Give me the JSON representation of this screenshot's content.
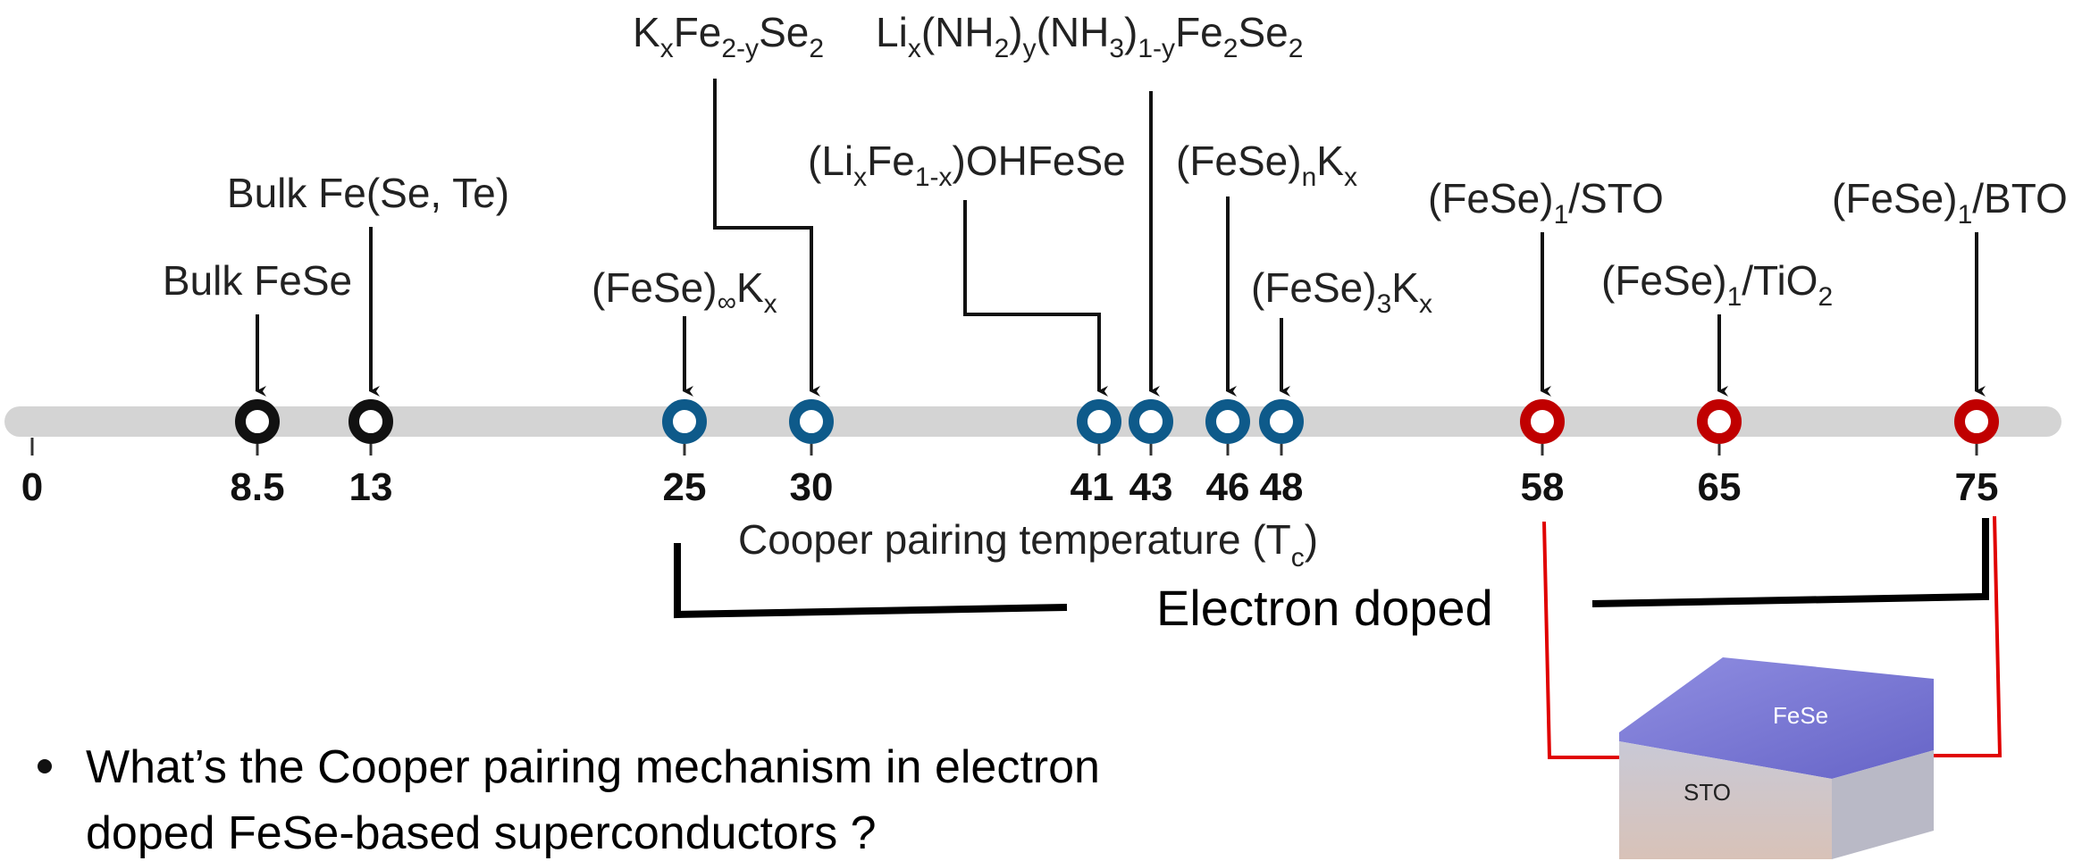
{
  "axis": {
    "title_main": "Cooper pairing temperature (T",
    "title_sub": "c",
    "title_close": ")",
    "zero_label": "0"
  },
  "colors": {
    "bulk": "#111111",
    "electron_doped": "#0e5a8a",
    "interface": "#c00000",
    "axis_bar": "#d4d4d4",
    "bracket_red": "#e00000"
  },
  "points": [
    {
      "tc": "8.5",
      "group": "bulk"
    },
    {
      "tc": "13",
      "group": "bulk"
    },
    {
      "tc": "25",
      "group": "electron_doped"
    },
    {
      "tc": "30",
      "group": "electron_doped"
    },
    {
      "tc": "41",
      "group": "electron_doped"
    },
    {
      "tc": "43",
      "group": "electron_doped"
    },
    {
      "tc": "46",
      "group": "electron_doped"
    },
    {
      "tc": "48",
      "group": "electron_doped"
    },
    {
      "tc": "58",
      "group": "interface"
    },
    {
      "tc": "65",
      "group": "interface"
    },
    {
      "tc": "75",
      "group": "interface"
    }
  ],
  "materials": {
    "bulk_fese": "Bulk FeSe",
    "bulk_fesete": "Bulk Fe(Se, Te)",
    "fese_inf": {
      "a": "(FeSe)",
      "b": "∞",
      "c": "K",
      "d": "x"
    },
    "kfese": {
      "a": "K",
      "b": "x",
      "c": "Fe",
      "d": "2-y",
      "e": "Se",
      "f": "2"
    },
    "lioh": {
      "a": "(Li",
      "b": "x",
      "c": "Fe",
      "d": "1-x",
      "e": ")OHFeSe"
    },
    "linh": {
      "a": "Li",
      "b": "x",
      "c": "(NH",
      "d": "2",
      "e": ")",
      "f": "y",
      "g": "(NH",
      "h": "3",
      "i": ")",
      "j": "1-y",
      "k": "Fe",
      "l": "2",
      "m": "Se",
      "n": "2"
    },
    "fese_n": {
      "a": "(FeSe)",
      "b": "n",
      "c": "K",
      "d": "x"
    },
    "fese_3": {
      "a": "(FeSe)",
      "b": "3",
      "c": "K",
      "d": "x"
    },
    "sto": {
      "a": "(FeSe)",
      "b": "1",
      "c": "/STO"
    },
    "tio2": {
      "a": "(FeSe)",
      "b": "1",
      "c": "/TiO",
      "d": "2"
    },
    "bto": {
      "a": "(FeSe)",
      "b": "1",
      "c": "/BTO"
    }
  },
  "bracket_label": "Electron doped",
  "schematic": {
    "top_label": "FeSe",
    "bottom_label": "STO"
  },
  "bullet": {
    "line1": "What’s the Cooper pairing mechanism in electron",
    "line2": "doped FeSe-based superconductors ?"
  }
}
